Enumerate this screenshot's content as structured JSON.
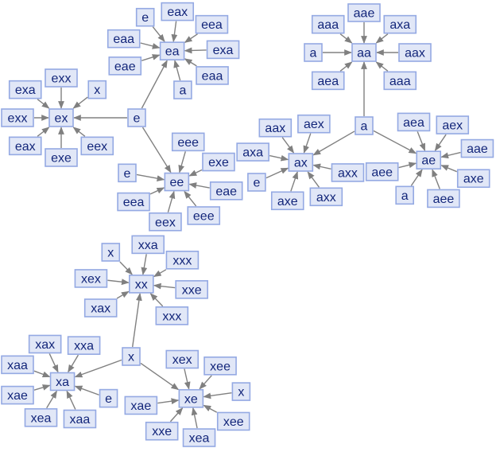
{
  "colors": {
    "node_fill": "#e1e7f7",
    "node_stroke": "#94a9e3",
    "label": "#13267a",
    "edge": "#808080"
  },
  "graphs": [
    {
      "name": "e",
      "nodes": [
        "e",
        "ex",
        "ea",
        "ee",
        "eae",
        "eaa",
        "e",
        "eax",
        "eea",
        "exa",
        "eaa",
        "a",
        "eex",
        "exe",
        "eax",
        "exx",
        "exa",
        "exx",
        "x",
        "eee",
        "exe",
        "eae",
        "eee",
        "eex",
        "eea",
        "e"
      ],
      "edges": [
        [
          0,
          1
        ],
        [
          0,
          2
        ],
        [
          0,
          3
        ],
        [
          4,
          2
        ],
        [
          5,
          2
        ],
        [
          6,
          2
        ],
        [
          7,
          2
        ],
        [
          8,
          2
        ],
        [
          9,
          2
        ],
        [
          10,
          2
        ],
        [
          11,
          2
        ],
        [
          12,
          1
        ],
        [
          13,
          1
        ],
        [
          14,
          1
        ],
        [
          15,
          1
        ],
        [
          16,
          1
        ],
        [
          17,
          1
        ],
        [
          18,
          1
        ],
        [
          19,
          3
        ],
        [
          20,
          3
        ],
        [
          21,
          3
        ],
        [
          22,
          3
        ],
        [
          23,
          3
        ],
        [
          24,
          3
        ],
        [
          25,
          3
        ]
      ]
    },
    {
      "name": "a",
      "nodes": [
        "a",
        "aa",
        "ax",
        "ae",
        "aea",
        "a",
        "aaa",
        "aae",
        "axa",
        "aax",
        "aaa",
        "axx",
        "axx",
        "axe",
        "e",
        "axa",
        "aax",
        "aex",
        "aea",
        "aex",
        "aae",
        "axe",
        "aee",
        "a",
        "aee"
      ],
      "edges": [
        [
          0,
          1
        ],
        [
          0,
          2
        ],
        [
          0,
          3
        ],
        [
          4,
          1
        ],
        [
          5,
          1
        ],
        [
          6,
          1
        ],
        [
          7,
          1
        ],
        [
          8,
          1
        ],
        [
          9,
          1
        ],
        [
          10,
          1
        ],
        [
          11,
          2
        ],
        [
          12,
          2
        ],
        [
          13,
          2
        ],
        [
          14,
          2
        ],
        [
          15,
          2
        ],
        [
          16,
          2
        ],
        [
          17,
          2
        ],
        [
          18,
          3
        ],
        [
          19,
          3
        ],
        [
          20,
          3
        ],
        [
          21,
          3
        ],
        [
          22,
          3
        ],
        [
          23,
          3
        ],
        [
          24,
          3
        ]
      ]
    },
    {
      "name": "x",
      "nodes": [
        "x",
        "xx",
        "xa",
        "xe",
        "xax",
        "xex",
        "x",
        "xxa",
        "xxx",
        "xxe",
        "xxx",
        "e",
        "xaa",
        "xea",
        "xae",
        "xaa",
        "xax",
        "xxa",
        "xex",
        "xee",
        "x",
        "xee",
        "xea",
        "xxe",
        "xae"
      ],
      "edges": [
        [
          0,
          1
        ],
        [
          0,
          2
        ],
        [
          0,
          3
        ],
        [
          4,
          1
        ],
        [
          5,
          1
        ],
        [
          6,
          1
        ],
        [
          7,
          1
        ],
        [
          8,
          1
        ],
        [
          9,
          1
        ],
        [
          10,
          1
        ],
        [
          11,
          2
        ],
        [
          12,
          2
        ],
        [
          13,
          2
        ],
        [
          14,
          2
        ],
        [
          15,
          2
        ],
        [
          16,
          2
        ],
        [
          17,
          2
        ],
        [
          18,
          3
        ],
        [
          19,
          3
        ],
        [
          20,
          3
        ],
        [
          21,
          3
        ],
        [
          22,
          3
        ],
        [
          23,
          3
        ],
        [
          24,
          3
        ]
      ]
    }
  ]
}
